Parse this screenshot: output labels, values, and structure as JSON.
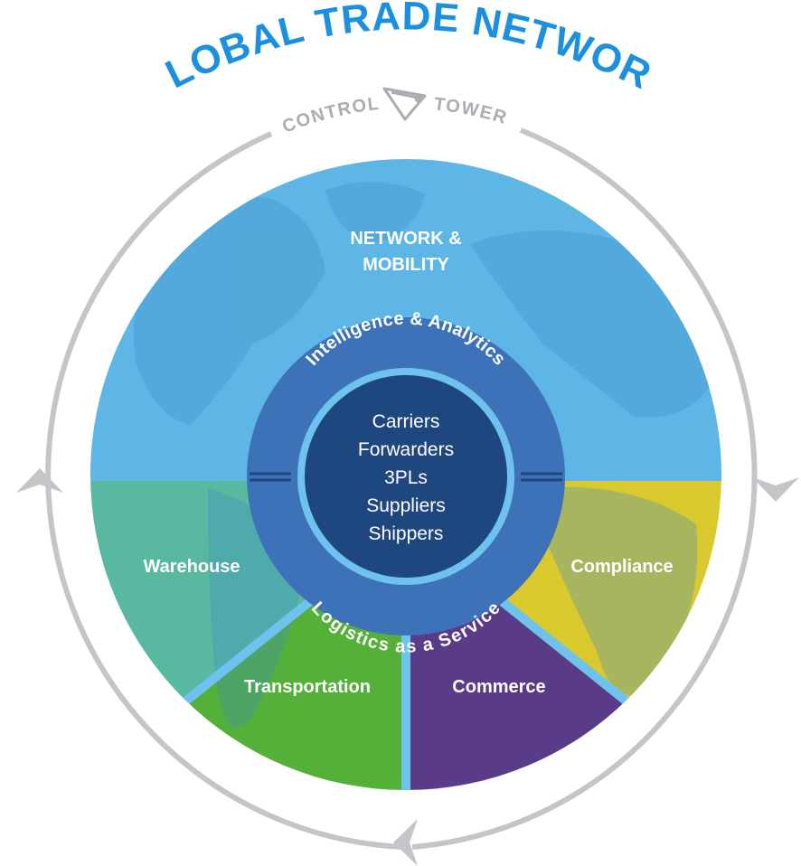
{
  "title": "GLOBAL TRADE NETWORK",
  "control_tower": {
    "left_word": "CONTROL",
    "right_word": "TOWER"
  },
  "top_section": {
    "line1": "NETWORK &",
    "line2": "MOBILITY"
  },
  "inner_ring": {
    "top_label": "Intelligence & Analytics",
    "bottom_label": "Logistics as a Service"
  },
  "center": {
    "items": [
      "Carriers",
      "Forwarders",
      "3PLs",
      "Suppliers",
      "Shippers"
    ]
  },
  "segments": {
    "warehouse": "Warehouse",
    "transportation": "Transportation",
    "commerce": "Commerce",
    "compliance": "Compliance"
  },
  "colors": {
    "title": "#1b8fe0",
    "network": "#5db6e6",
    "warehouse": "#58b8a0",
    "transportation": "#54b038",
    "commerce": "#5a3b87",
    "compliance": "#d9c92e",
    "ring": "#3d72b8",
    "center": "#1f477f",
    "divider": "#6ec2ee",
    "orbit": "#c3c5c8"
  }
}
